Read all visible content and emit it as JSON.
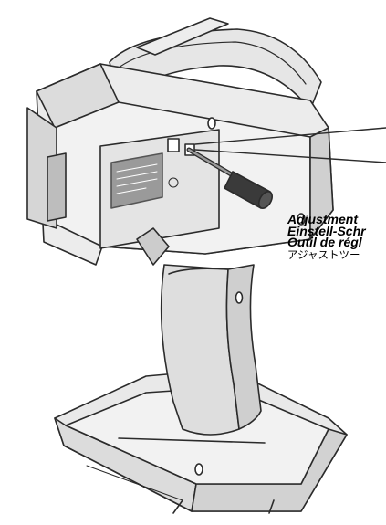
{
  "callout": {
    "line1": "Adjustment",
    "line2": "Einstell-Schr",
    "line3": "Outil de régl",
    "line4": "アジャストツー"
  },
  "colors": {
    "outline": "#2b2b2b",
    "body_fill": "#ececec",
    "shade_fill": "#d6d6d6",
    "dark_fill": "#3a3a3a",
    "background": "#ffffff"
  }
}
